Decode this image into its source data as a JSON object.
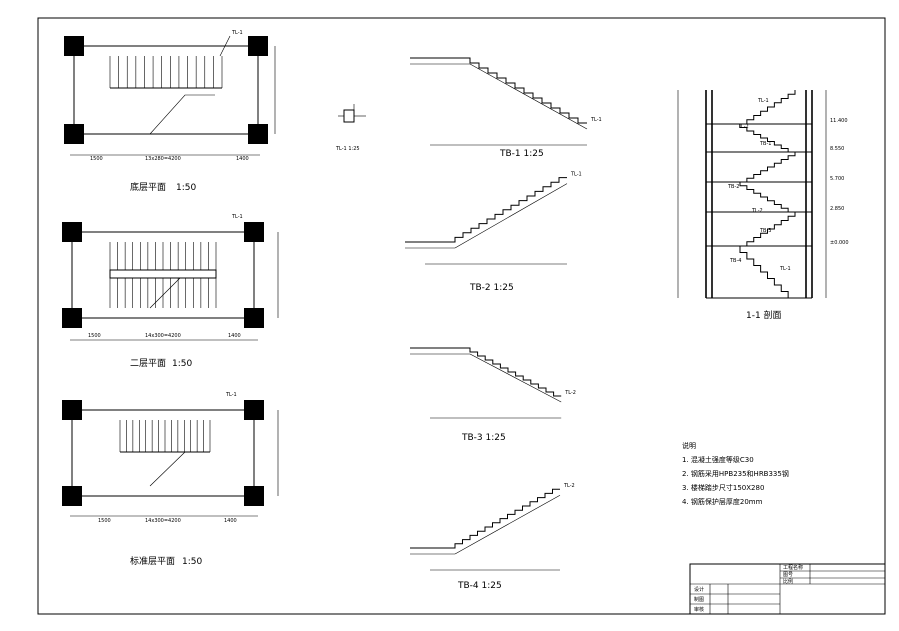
{
  "drawing": {
    "plans": [
      {
        "id": "plan-ground",
        "title": "底层平面",
        "scale": "1:50",
        "beam_tag": "TL-1",
        "dims": [
          "1500",
          "13x280=4200",
          "1400"
        ]
      },
      {
        "id": "plan-second",
        "title": "二层平面",
        "scale": "1:50",
        "beam_tag": "TL-1",
        "dims": [
          "1500",
          "14x300=4200",
          "1400"
        ]
      },
      {
        "id": "plan-standard",
        "title": "标准层平面",
        "scale": "1:50",
        "beam_tag": "TL-1",
        "dims": [
          "1500",
          "14x300=4200",
          "1400"
        ]
      }
    ],
    "tl_detail": {
      "title": "TL-1 1:25"
    },
    "stairs": [
      {
        "id": "tb1",
        "title": "TB-1 1:25",
        "tag": "TL-1"
      },
      {
        "id": "tb2",
        "title": "TB-2 1:25",
        "tag": "TL-1"
      },
      {
        "id": "tb3",
        "title": "TB-3 1:25",
        "tag": "TL-2"
      },
      {
        "id": "tb4",
        "title": "TB-4 1:25",
        "tag": "TL-2"
      }
    ],
    "section": {
      "title": "1-1 剖面",
      "labels": [
        "TL-1",
        "TL-2",
        "TB-1",
        "TB-2",
        "TB-3",
        "TB-4",
        "TL-2",
        "TL-1"
      ],
      "elev": [
        "11.400",
        "8.550",
        "5.700",
        "2.850",
        "±0.000"
      ]
    },
    "notes": {
      "heading": "说明",
      "items": [
        "1. 混凝土强度等级C30",
        "2. 钢筋采用HPB235和HRB335钢",
        "3. 楼梯踏步尺寸150X280",
        "4. 钢筋保护层厚度20mm"
      ]
    },
    "title_block": {
      "rows": [
        "设计",
        "制图",
        "审核"
      ],
      "cells": [
        "工程名称",
        "图号",
        "比例"
      ]
    }
  }
}
